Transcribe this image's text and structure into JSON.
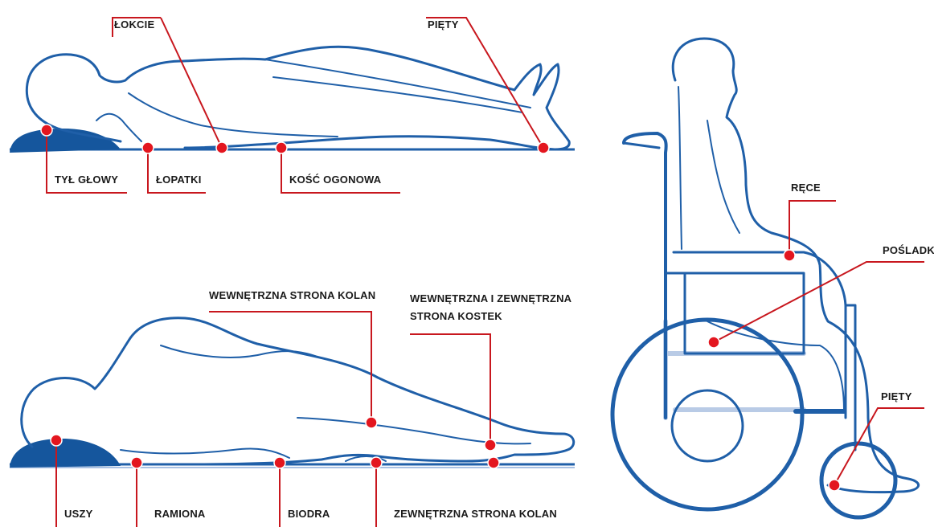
{
  "colors": {
    "outline": "#1f5fa8",
    "pillow": "#15569d",
    "marker": "#e3161f",
    "leader": "#c8171e"
  },
  "supine": {
    "labels": {
      "elbows": "ŁOKCIE",
      "heels": "PIĘTY",
      "back_of_head": "TYŁ GŁOWY",
      "shoulder_blades": "ŁOPATKI",
      "tailbone": "KOŚĆ OGONOWA"
    }
  },
  "lateral": {
    "labels": {
      "inner_knees": "WEWNĘTRZNA STRONA KOLAN",
      "ankles_line1": "WEWNĘTRZNA I ZEWNĘTRZNA",
      "ankles_line2": "STRONA KOSTEK",
      "ears": "USZY",
      "shoulders": "RAMIONA",
      "hips": "BIODRA",
      "outer_knees": "ZEWNĘTRZNA STRONA KOLAN"
    }
  },
  "wheelchair": {
    "labels": {
      "hands": "RĘCE",
      "buttocks": "POŚLADKI",
      "heels": "PIĘTY"
    }
  }
}
